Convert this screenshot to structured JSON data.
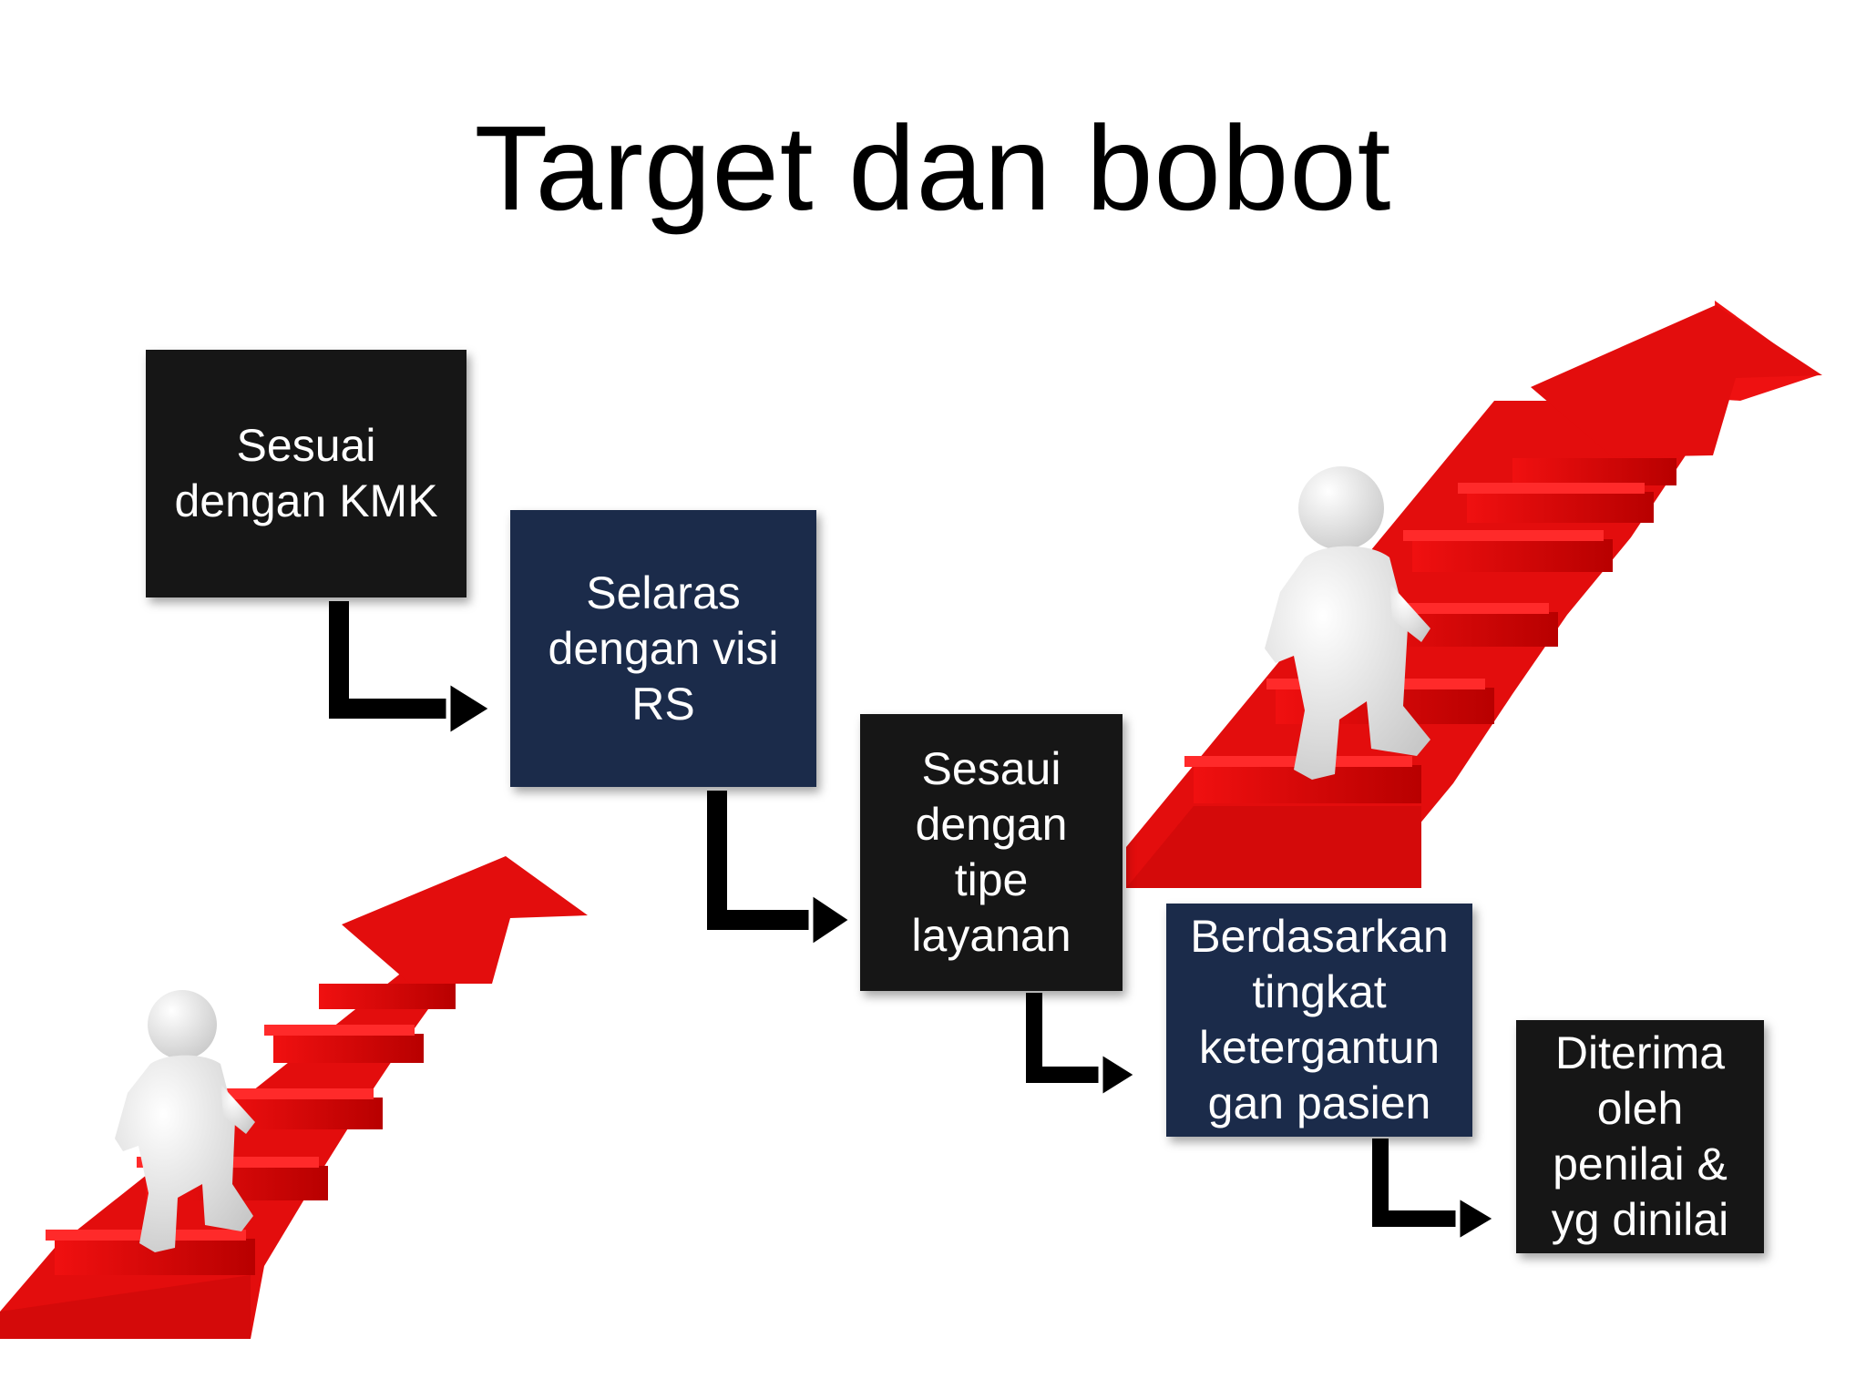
{
  "title": "Target dan bobot",
  "steps": [
    {
      "label": "Sesuai\ndengan KMK"
    },
    {
      "label": "Selaras\ndengan visi\nRS"
    },
    {
      "label": "Sesaui\ndengan\ntipe\nlayanan"
    },
    {
      "label": "Berdasarkan\ntingkat\nketergantun\ngan pasien"
    },
    {
      "label": "Diterima\noleh\npenilai  &\nyg dinilai"
    }
  ],
  "colors": {
    "dark_box": "#161616",
    "navy_box": "#1b2b4a",
    "stairs": "#e30d0d",
    "figure": "#e6e6e6"
  },
  "icons": [
    "red-staircase-arrow",
    "walking-figure",
    "elbow-arrow"
  ]
}
